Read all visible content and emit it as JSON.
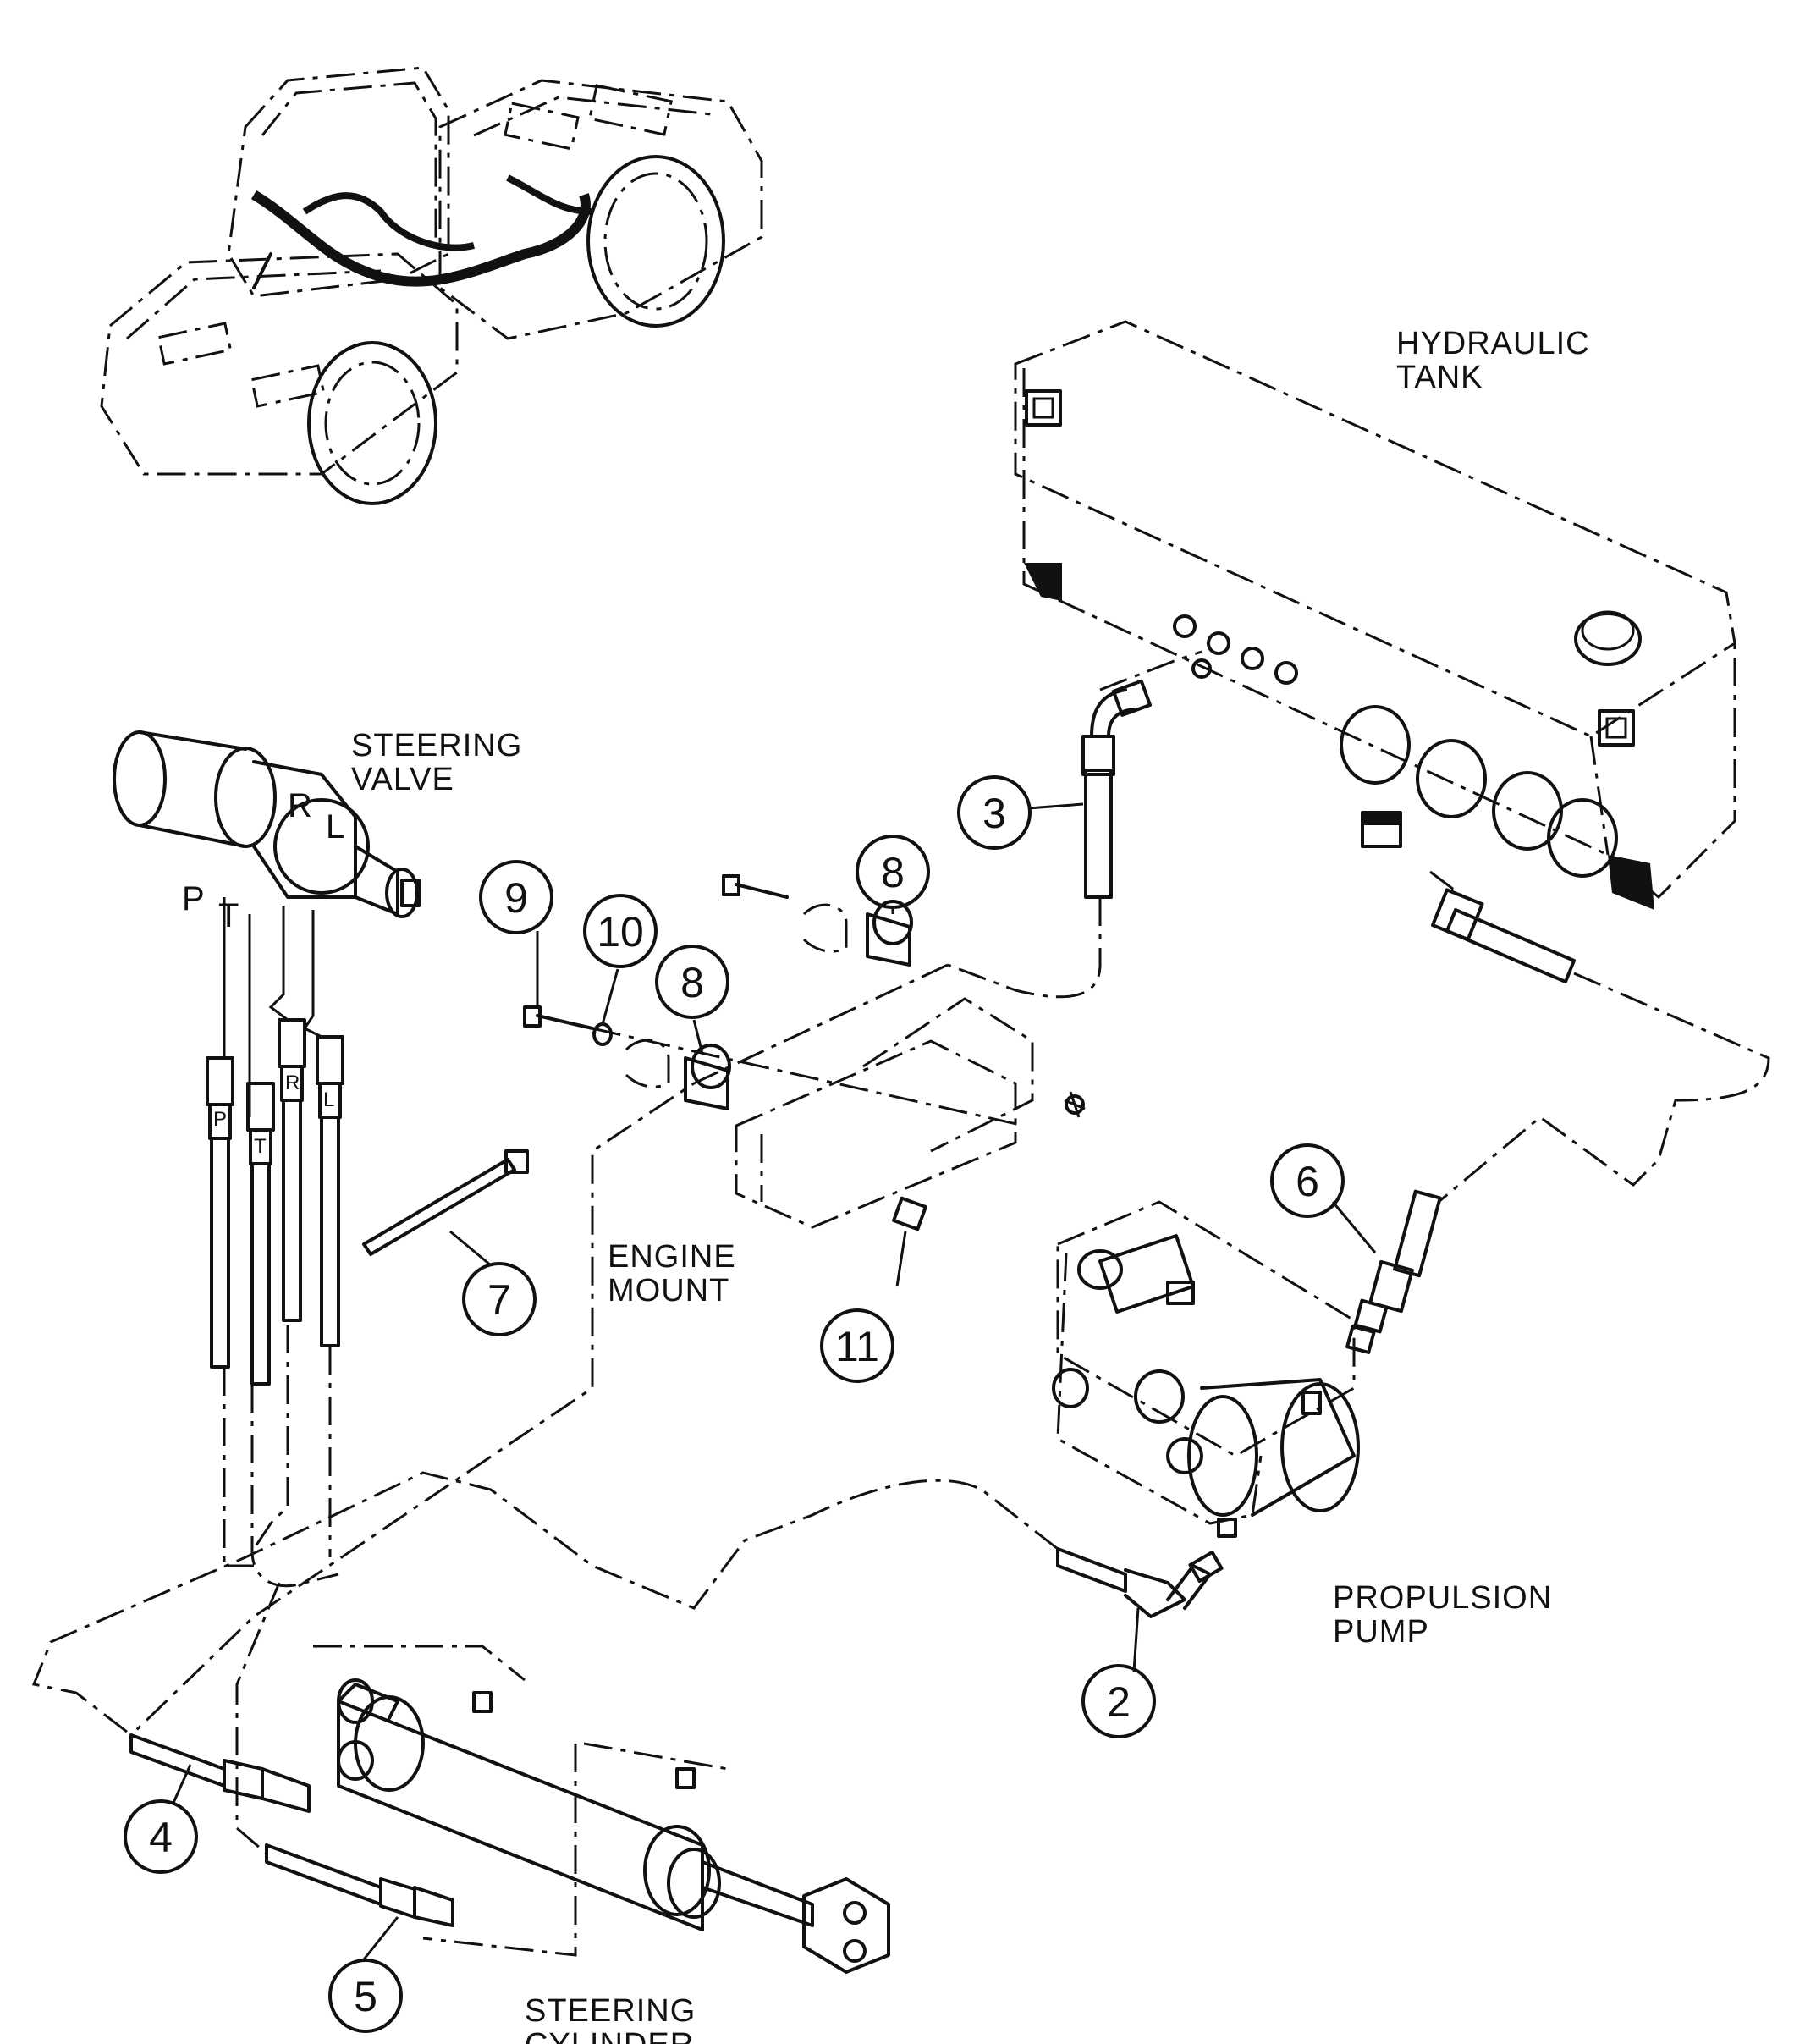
{
  "labels": {
    "hydraulic_tank_1": "HYDRAULIC",
    "hydraulic_tank_2": "TANK",
    "steering_valve_1": "STEERING",
    "steering_valve_2": "VALVE",
    "engine_mount_1": "ENGINE",
    "engine_mount_2": "MOUNT",
    "propulsion_pump_1": "PROPULSION",
    "propulsion_pump_2": "PUMP",
    "steering_cylinder_1": "STEERING",
    "steering_cylinder_2": "CYLINDER"
  },
  "valve_ports": {
    "p": "P",
    "t": "T",
    "r": "R",
    "l": "L"
  },
  "hose_tags": {
    "p": "P",
    "t": "T",
    "r": "R",
    "l": "L"
  },
  "callouts": {
    "c2": "2",
    "c3": "3",
    "c4": "4",
    "c5": "5",
    "c6": "6",
    "c7": "7",
    "c8a": "8",
    "c8b": "8",
    "c9": "9",
    "c10": "10",
    "c11": "11"
  }
}
